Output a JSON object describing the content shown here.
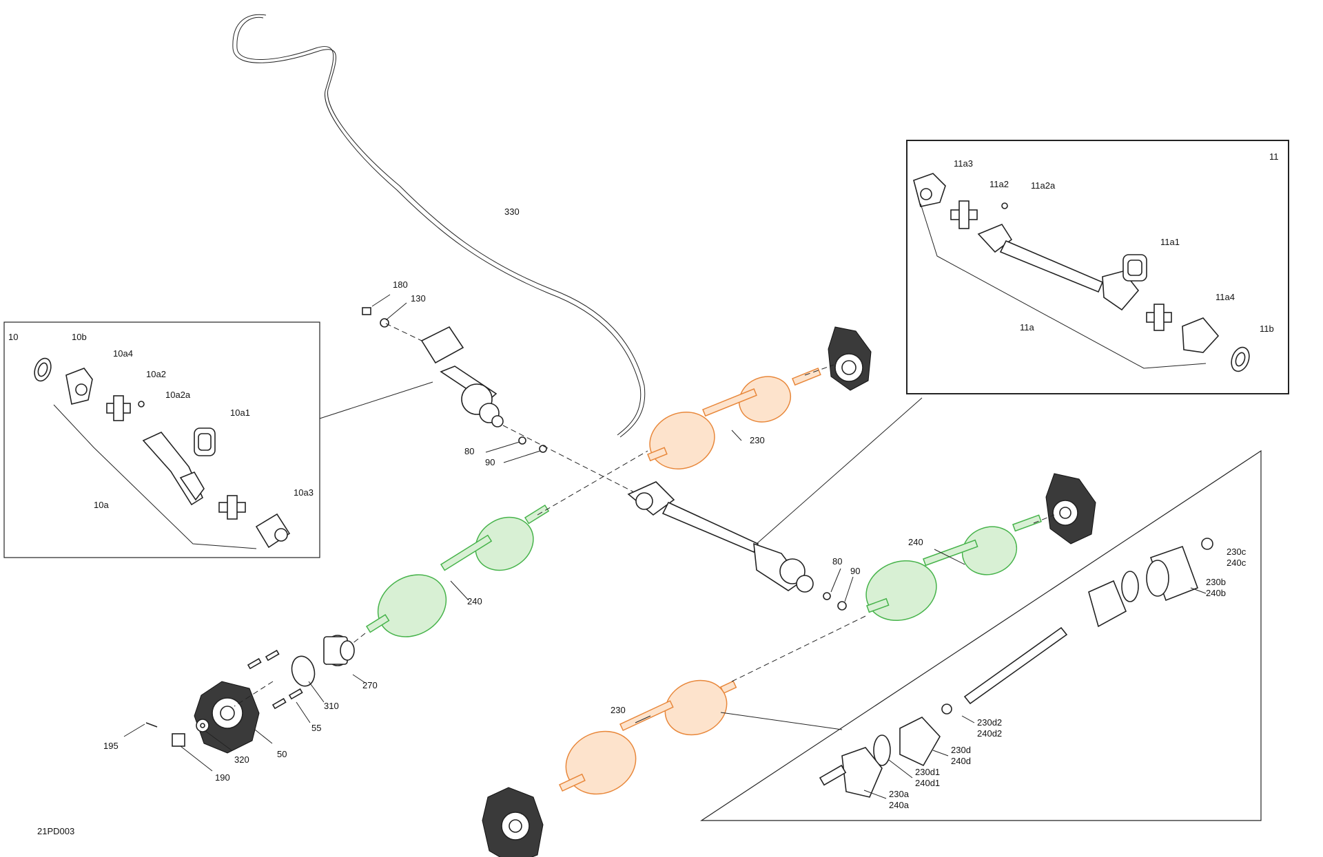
{
  "diagram_code": "21PD003",
  "callouts": {
    "c10": "10",
    "c10b": "10b",
    "c10a4": "10a4",
    "c10a2": "10a2",
    "c10a2a": "10a2a",
    "c10a1": "10a1",
    "c10a": "10a",
    "c10a3": "10a3",
    "c11": "11",
    "c11a3": "11a3",
    "c11a2": "11a2",
    "c11a2a": "11a2a",
    "c11a1": "11a1",
    "c11a4": "11a4",
    "c11a": "11a",
    "c11b": "11b",
    "c330": "330",
    "c180": "180",
    "c130": "130",
    "c80a": "80",
    "c90a": "90",
    "c230a": "230",
    "c240a": "240",
    "c240b": "240",
    "c80b": "80",
    "c90b": "90",
    "c270": "270",
    "c310": "310",
    "c55": "55",
    "c50": "50",
    "c320": "320",
    "c190": "190",
    "c195": "195",
    "c230b": "230",
    "c230c": "230c",
    "c240c": "240c",
    "c230bb": "230b",
    "c240bb": "240b",
    "c230d2": "230d2",
    "c240d2": "240d2",
    "c230d": "230d",
    "c240d": "240d",
    "c230d1": "230d1",
    "c240d1": "240d1",
    "c230aa": "230a",
    "c240aa": "240a"
  },
  "colors": {
    "front_axle": "#e8873a",
    "rear_axle": "#46b34a",
    "line": "#222222"
  }
}
